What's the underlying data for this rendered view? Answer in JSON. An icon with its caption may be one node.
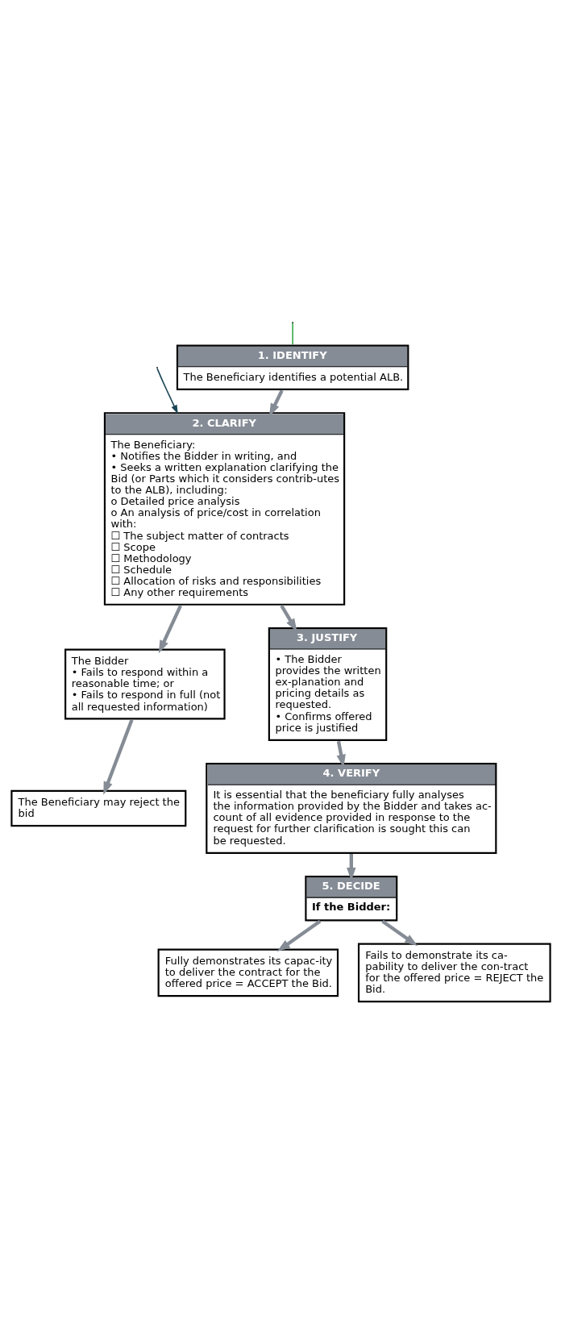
{
  "diagram": {
    "nodes": [
      {
        "text": [
          "1. IDENTIFY",
          "The Beneficiary identifies a potential ALB."
        ]
      },
      {
        "text": [
          "2. CLARIFY",
          "The Beneficiary:",
          "• Notifies the Bidder in writing, and",
          "• Seeks a written explanation clarifying the Bid (or Parts which it considers contrib-utes to the ALB), including:",
          "o Detailed price analysis",
          "o An analysis of price/cost in correlation with:",
          "☐ The subject matter of contracts",
          "☐ Scope",
          "☐ Methodology",
          "☐ Schedule",
          "☐ Allocation of risks and responsibilities",
          "☐ Any other requirements"
        ]
      },
      {
        "text": [
          "The Bidder",
          "• Fails to respond within a reasonable time; or",
          "• Fails to respond in full (not all requested information)"
        ]
      },
      {
        "text": [
          "The Beneficiary may reject the bid"
        ]
      },
      {
        "text": [
          "3. JUSTIFY",
          "• The Bidder provides the written ex-planation and pricing details as requested.",
          "• Confirms offered price is justified"
        ]
      },
      {
        "text": [
          "4. VERIFY",
          "It is essential that the beneficiary fully analyses the information provided by the Bidder and takes ac-count of all evidence provided in response to the request for further clarification is sought this can be requested."
        ]
      },
      {
        "text": [
          "5. DECIDE",
          "If the Bidder:"
        ]
      },
      {
        "text": [
          "Fully demonstrates its capac-ity to deliver the contract for the offered price = ACCEPT the Bid."
        ]
      },
      {
        "text": [
          "Fails to demonstrate its ca-pability to deliver the con-tract for the offered price = REJECT the Bid."
        ]
      }
    ],
    "edges": [
      {
        "from": null,
        "to": 0,
        "arrow": "none",
        "color": "#3aaa4a"
      },
      {
        "from": null,
        "to": 1,
        "arrow": "to",
        "color": "#1b4656"
      },
      {
        "from": 0,
        "to": 1,
        "arrow": "to"
      },
      {
        "from": 1,
        "to": 2,
        "arrow": "to"
      },
      {
        "from": 1,
        "to": 4,
        "arrow": "to"
      },
      {
        "from": 2,
        "to": 3,
        "arrow": "to"
      },
      {
        "from": 4,
        "to": 5,
        "arrow": "to"
      },
      {
        "from": 5,
        "to": 6,
        "arrow": "to"
      },
      {
        "from": 6,
        "to": 7,
        "arrow": "to"
      },
      {
        "from": 6,
        "to": 8,
        "arrow": "to"
      }
    ]
  }
}
